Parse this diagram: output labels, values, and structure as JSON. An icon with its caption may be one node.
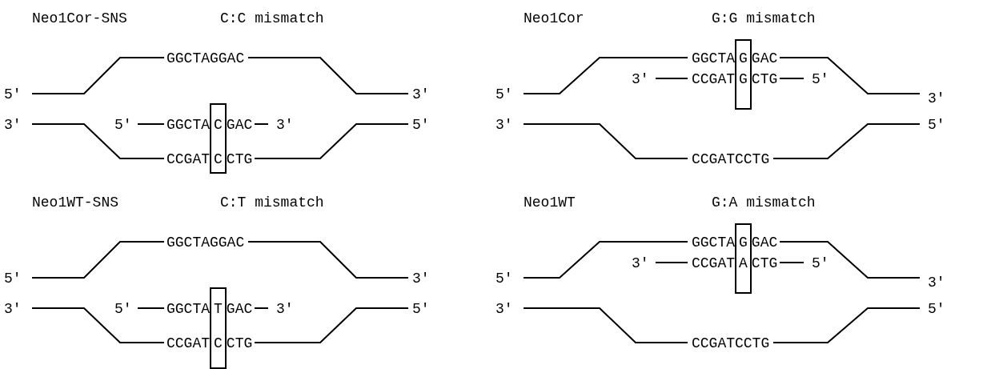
{
  "diagram": {
    "labels": [
      "Neo1Cor-SNS",
      "C:C mismatch",
      "GGCTAGGAC",
      "5′",
      "3′",
      "3′",
      "5′",
      "GGCTACGAC",
      "3′",
      "5′",
      "CCGATCCTG",
      "Neo1Cor",
      "G:G mismatch",
      "GGCTAGGAC",
      "3′",
      "CCGATGCTG",
      "5′",
      "5′",
      "3′",
      "3′",
      "5′",
      "CCGATCCTG",
      "Neo1WT-SNS",
      "C:T mismatch",
      "GGCTAGGAC",
      "5′",
      "3′",
      "3′",
      "5′",
      "GGCTATGAC",
      "3′",
      "5′",
      "CCGATCCTG",
      "Neo1WT",
      "G:A mismatch",
      "GGCTAGGAC",
      "3′",
      "CCGATACTG",
      "5′",
      "5′",
      "3′",
      "3′",
      "5′",
      "CCGATCCTG"
    ]
  }
}
